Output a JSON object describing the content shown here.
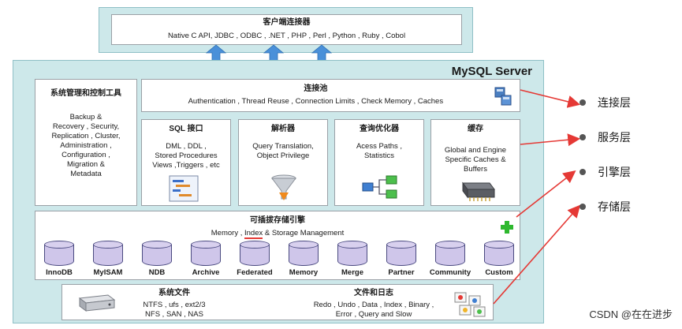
{
  "connectors": {
    "title": "客户端连接器",
    "list": "Native C API, JDBC , ODBC , .NET , PHP , Perl , Python , Ruby , Cobol"
  },
  "server": {
    "title": "MySQL Server",
    "management": {
      "title": "系统管理和控制工具",
      "lines": [
        "Backup &",
        "Recovery , Security,",
        "Replication , Cluster,",
        "Administration ,",
        "Configuration ,",
        "Migration &",
        "Metadata"
      ]
    },
    "pool": {
      "title": "连接池",
      "items": "Authentication , Thread Reuse , Connection Limits , Check Memory  , Caches"
    },
    "services": [
      {
        "title": "SQL 接口",
        "lines": [
          "DML  , DDL ,",
          "Stored Procedures",
          "Views ,Triggers , etc"
        ],
        "icon": "sql-interface-icon"
      },
      {
        "title": "解析器",
        "lines": [
          "Query Translation,",
          "Object Privilege"
        ],
        "icon": "funnel-icon"
      },
      {
        "title": "查询优化器",
        "lines": [
          "Acess Paths ,",
          "Statistics"
        ],
        "icon": "flow-icon"
      },
      {
        "title": "缓存",
        "lines": [
          "Global and Engine",
          "Specific Caches &",
          "Buffers"
        ],
        "icon": "memory-chip-icon"
      }
    ],
    "engines": {
      "title": "可插拔存储引擎",
      "subtitle_pre": "Memory , ",
      "subtitle_index": "Index",
      "subtitle_post": " & Storage Management",
      "list": [
        "InnoDB",
        "MyISAM",
        "NDB",
        "Archive",
        "Federated",
        "Memory",
        "Merge",
        "Partner",
        "Community",
        "Custom"
      ]
    },
    "files": {
      "sys_title": "系统文件",
      "sys_lines": [
        "NTFS , ufs , ext2/3",
        "NFS , SAN , NAS"
      ],
      "log_title": "文件和日志",
      "log_lines": [
        "Redo , Undo , Data , Index , Binary ,",
        "Error , Query and Slow"
      ]
    }
  },
  "layers": [
    "连接层",
    "服务层",
    "引擎层",
    "存储层"
  ],
  "watermark": "CSDN @在在进步",
  "colors": {
    "panel": "#cde8ea",
    "arrow": "#e53935",
    "connector_arrow": "#4a90d9",
    "plus": "#2eb82e"
  }
}
